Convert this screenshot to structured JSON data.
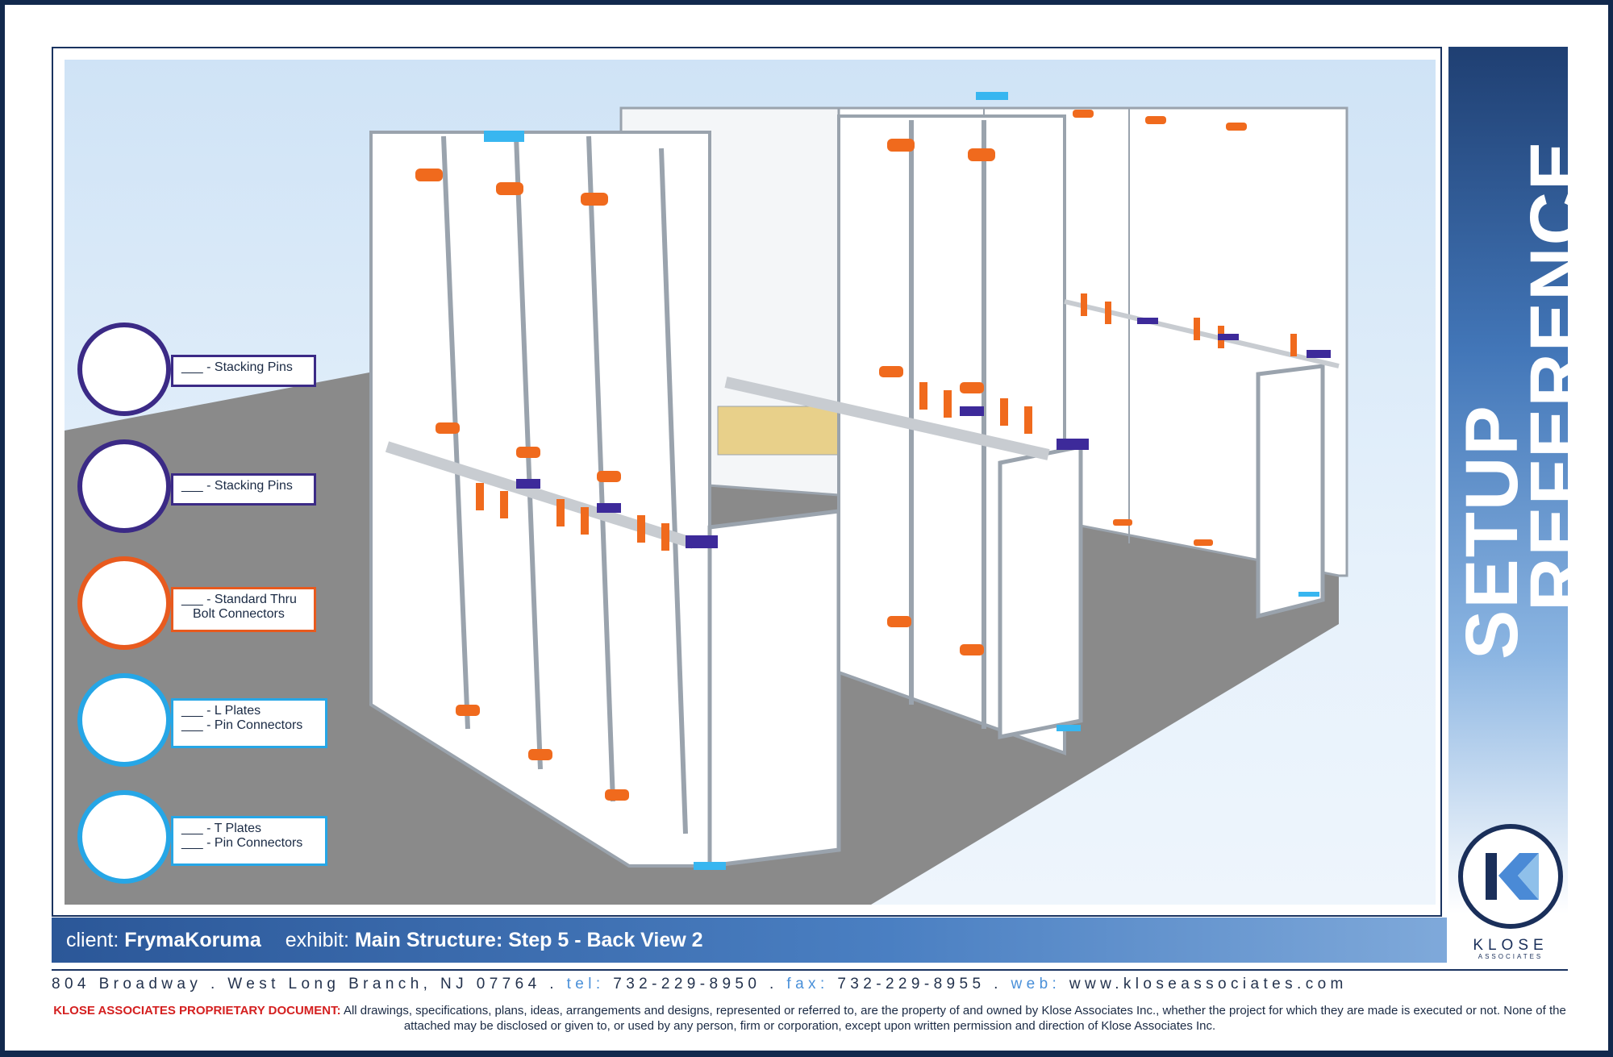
{
  "banner": {
    "line1": "SETUP",
    "line2": "REFERENCE"
  },
  "logo": {
    "word": "KLOSE",
    "sub": "ASSOCIATES"
  },
  "info": {
    "client_label": "client:",
    "client_value": "FrymaKoruma",
    "exhibit_label": "exhibit:",
    "exhibit_value": "Main Structure: Step 5 - Back View 2"
  },
  "legend": [
    {
      "line1": "___ - Stacking Pins",
      "line2": "",
      "color": "#3b2a86"
    },
    {
      "line1": "___ - Stacking Pins",
      "line2": "",
      "color": "#3b2a86"
    },
    {
      "line1": "___ - Standard Thru",
      "line2": "Bolt Connectors",
      "color": "#e85a1e"
    },
    {
      "line1": "___ - L Plates",
      "line2": "___ - Pin Connectors",
      "color": "#26a6e6"
    },
    {
      "line1": "___ - T Plates",
      "line2": "___ - Pin Connectors",
      "color": "#26a6e6"
    }
  ],
  "address": {
    "street": "804 Broadway . West Long Branch, NJ 07764 . ",
    "tel_label": "tel:",
    "tel": " 732-229-8950 . ",
    "fax_label": "fax:",
    "fax": " 732-229-8955 . ",
    "web_label": "web:",
    "web": " www.kloseassociates.com"
  },
  "legal": {
    "heading": "KLOSE ASSOCIATES PROPRIETARY DOCUMENT:",
    "text": " All drawings, specifications, plans, ideas, arrangements and designs, represented or referred to, are the property of and owned by Klose Associates Inc., whether the project for which they are made is executed or not. None of the attached may be disclosed or given to, or used by any person, firm or corporation, except upon written permission and direction of Klose Associates Inc."
  },
  "colors": {
    "navy": "#12294d",
    "bolt_orange": "#f06a1d",
    "pin_purple": "#3d2a9a",
    "plate_blue": "#38b6f0",
    "floor_gray": "#8a8a8a"
  }
}
